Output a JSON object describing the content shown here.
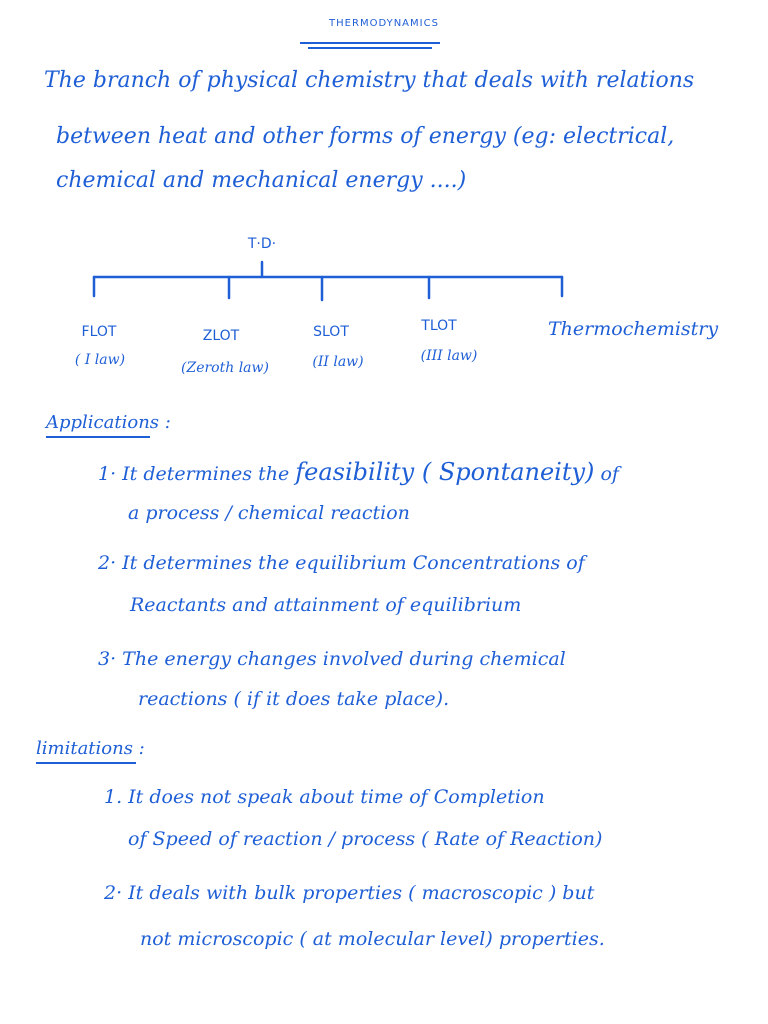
{
  "title": "THERMODYNAMICS",
  "definition": [
    "The branch of physical chemistry that deals with relations",
    "between heat and other forms of energy (eg: electrical,",
    "chemical and mechanical energy ....)"
  ],
  "tree": {
    "root": "T·D·",
    "nodes": [
      {
        "name": "FLOT",
        "law": "( I law)"
      },
      {
        "name": "ZLOT",
        "law": "(Zeroth law)"
      },
      {
        "name": "SLOT",
        "law": "(II law)"
      },
      {
        "name": "TLOT",
        "law": "(III law)"
      },
      {
        "name": "Thermochemistry",
        "law": ""
      }
    ]
  },
  "applications": {
    "heading": "Applications :",
    "items": [
      {
        "l1a": "1· It determines the",
        "l1b": "feasibility ( Spontaneity)",
        "l1c": "of",
        "l2": "a process / chemical reaction"
      },
      {
        "l1": "2· It determines the equilibrium Concentrations of",
        "l2": "Reactants and attainment of equilibrium"
      },
      {
        "l1": "3· The energy changes involved during chemical",
        "l2": "reactions ( if it does take place)."
      }
    ]
  },
  "limitations": {
    "heading": "limitations :",
    "items": [
      {
        "l1": "1. It does not speak about time of Completion",
        "l2": "of Speed of reaction / process ( Rate of Reaction)"
      },
      {
        "l1": "2· It deals with bulk properties ( macroscopic ) but",
        "l2": "not microscopic ( at molecular level) properties."
      }
    ]
  }
}
